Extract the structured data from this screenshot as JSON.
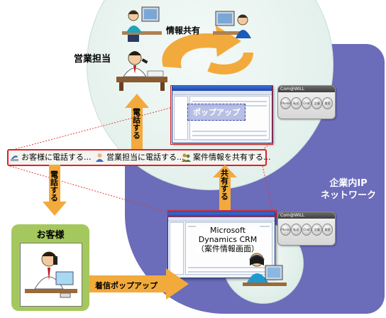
{
  "labels": {
    "info_share": "情報共有",
    "sales_rep": "営業担当",
    "call_up": "電話する",
    "call_down": "電話する",
    "share": "共有する",
    "popup": "ポップアップ",
    "network_line1": "企業内IP",
    "network_line2": "ネットワーク",
    "customer": "お客様",
    "incoming_popup": "着信ポップアップ",
    "crm_line1": "Microsoft",
    "crm_line2": "Dynamics CRM",
    "crm_line3": "（案件情報画面）"
  },
  "toolbar": {
    "items": [
      {
        "label": "お客様に電話する...",
        "icon": "phone-icon"
      },
      {
        "label": "営業担当に電話する...",
        "icon": "person-icon"
      },
      {
        "label": "案件情報を共有する...",
        "icon": "share-icon"
      }
    ]
  },
  "phone_app": {
    "title": "Com@WILL",
    "buttons": [
      "Phone",
      "転送",
      "Chat",
      "会議",
      "履歴"
    ]
  },
  "colors": {
    "network_bg": "#6b6cba",
    "circle_bg": "#e7f3ef",
    "arrow": "#f2aa3c",
    "toolbar_border": "#e0202a",
    "dotted_line": "#e23a3a",
    "customer_box": "#a5c85e"
  }
}
